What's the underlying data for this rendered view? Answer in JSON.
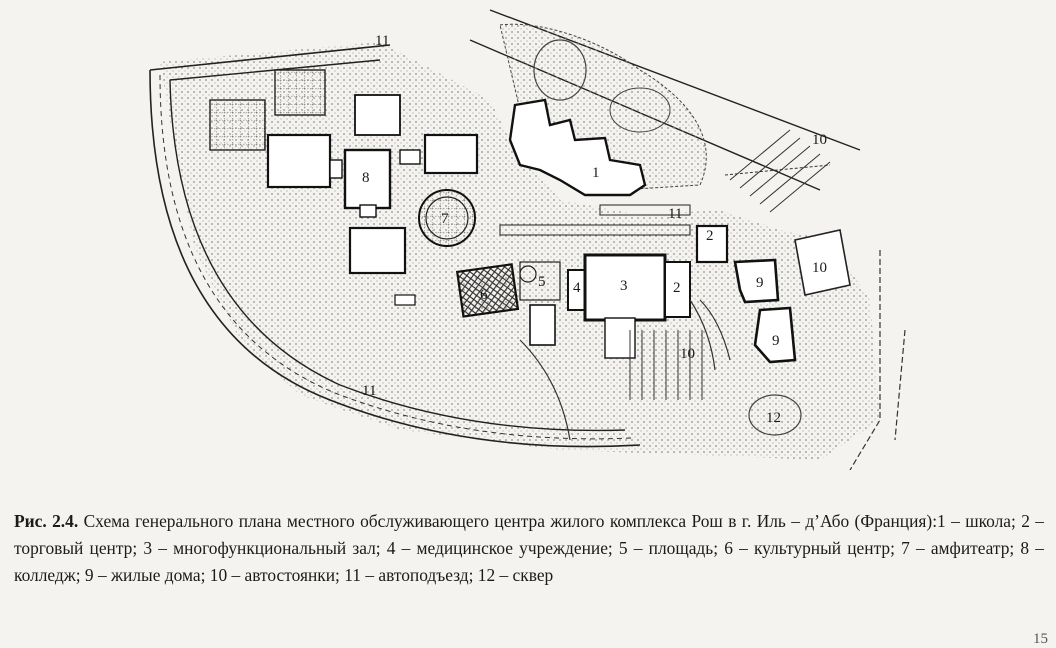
{
  "map_labels": {
    "school": "1",
    "shopping_center_a": "2",
    "shopping_center_b": "2",
    "multi_hall": "3",
    "clinic": "4",
    "square": "5",
    "culture": "6",
    "amphitheatre": "7",
    "college": "8",
    "housing_a": "9",
    "housing_b": "9",
    "parking_a": "10",
    "parking_b": "10",
    "parking_c": "10",
    "road_a": "11",
    "road_b": "11",
    "road_c": "11",
    "park": "12"
  },
  "caption": {
    "figure_label": "Рис. 2.4.",
    "text": "Схема генерального плана местного обслуживающего центра жилого комплекса Рош в г. Иль – д’Або (Франция):1 – школа; 2 – торговый центр; 3 – многофункциональный зал; 4 – медицинское учреждение; 5 – площадь; 6 – культурный центр; 7 – амфитеатр; 8 – колледж; 9 – жилые дома; 10 – автостоянки; 11 – автоподъезд; 12 – сквер"
  },
  "page_number": "15"
}
